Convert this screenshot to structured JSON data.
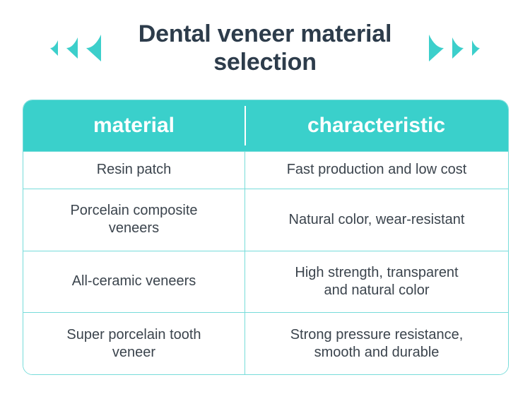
{
  "header": {
    "title": "Dental veneer material\nselection",
    "title_color": "#2d3c4b",
    "left_arrows": [
      {
        "name": "chevron-left-icon-small",
        "size": 11
      },
      {
        "name": "chevron-left-icon-medium",
        "size": 16
      },
      {
        "name": "chevron-left-icon-large",
        "size": 21
      }
    ],
    "right_arrows": [
      {
        "name": "chevron-right-icon-large",
        "size": 21
      },
      {
        "name": "chevron-right-icon-medium",
        "size": 16
      },
      {
        "name": "chevron-right-icon-small",
        "size": 11
      }
    ],
    "arrow_color": "#3ccfcb"
  },
  "table": {
    "accent_color": "#3ad0cb",
    "border_color": "#77dcda",
    "header_text_color": "#ffffff",
    "body_text_color": "#3b444d",
    "columns": [
      "material",
      "characteristic"
    ],
    "rows": [
      {
        "material": "Resin patch",
        "characteristic": "Fast production and low cost"
      },
      {
        "material": "Porcelain composite\nveneers",
        "characteristic": "Natural color, wear-resistant"
      },
      {
        "material": "All-ceramic veneers",
        "characteristic": "High strength, transparent\nand natural color"
      },
      {
        "material": "Super porcelain tooth\nveneer",
        "characteristic": "Strong pressure resistance,\nsmooth and durable"
      }
    ]
  }
}
